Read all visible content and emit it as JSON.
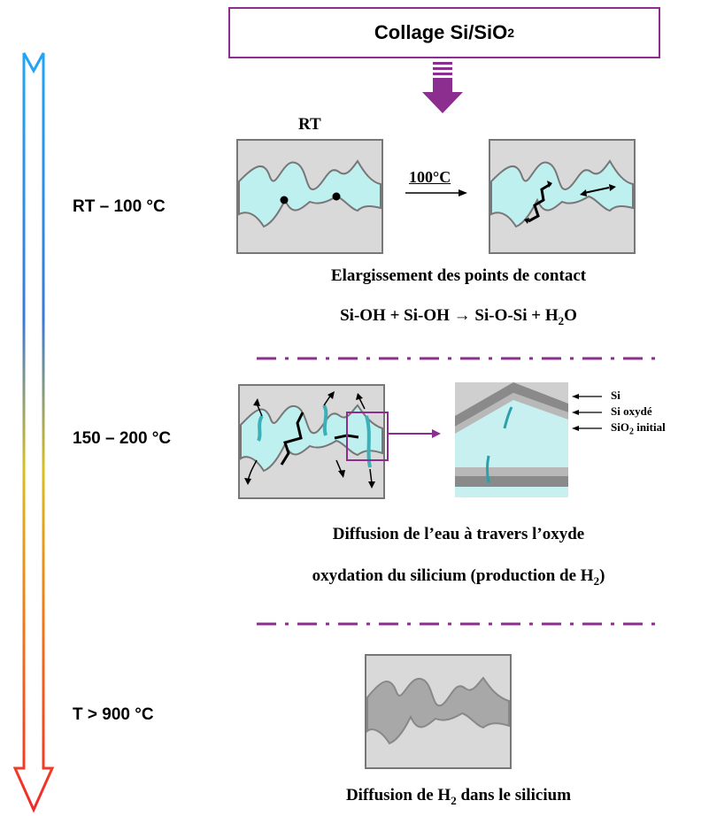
{
  "title": {
    "text": "Collage Si/SiO",
    "sub": "2"
  },
  "stages": [
    {
      "temp": "RT – 100 °C"
    },
    {
      "temp": "150 – 200 °C"
    },
    {
      "temp": "T > 900 °C"
    }
  ],
  "labels": {
    "rt": "RT",
    "arrow_temp": "100°C",
    "si": "Si",
    "si_oxyde": "Si oxydé",
    "sio2_initial_pre": "SiO",
    "sio2_initial_sub": "2",
    "sio2_initial_post": " initial"
  },
  "captions": {
    "c1": "Elargissement des points de contact",
    "c2a": "Si-OH + Si-OH ",
    "c2arrow": "→",
    "c2b": " Si-O-Si + H",
    "c2sub": "2",
    "c2c": "O",
    "c3": "Diffusion de l’eau à travers l’oxyde",
    "c4a": "oxydation du silicium (production de H",
    "c4sub": "2",
    "c4b": ")",
    "c5a": "Diffusion de H",
    "c5sub": "2",
    "c5b": " dans le silicium"
  },
  "colors": {
    "accent": "#8b2e8f",
    "water": "#bfeff0",
    "box_bg": "#d7d7d7",
    "gradient_top": "#2aa9f0",
    "gradient_bottom": "#ff2a2a"
  }
}
